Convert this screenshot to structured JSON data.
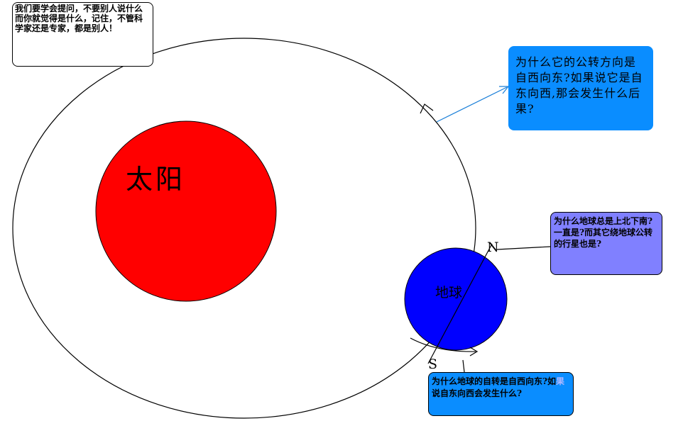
{
  "notes": {
    "top_left": "我们要学会提问，不要别人说什么而你就觉得是什么，记住，不管科学家还是专家，都是别人！",
    "orbit_question": "为什么它的公转方向是自西向东?如果说它是自东向西,那会发生什么后果?",
    "axis_question": "为什么地球总是上北下南?一直是?而其它绕地球公转的行星也是?",
    "spin_question_a": "为什么地球的自转是自西向东?如",
    "spin_question_b": "果",
    "spin_question_c": "说自东向西会发生什么?"
  },
  "labels": {
    "sun": "太阳",
    "earth": "地球",
    "north": "N",
    "south": "S"
  },
  "colors": {
    "sun": "#ff0000",
    "earth": "#0000ff",
    "orbit_note_bg": "#0a8dff",
    "axis_note_bg": "#8080ff",
    "pointer_line": "#1a7fd8"
  }
}
